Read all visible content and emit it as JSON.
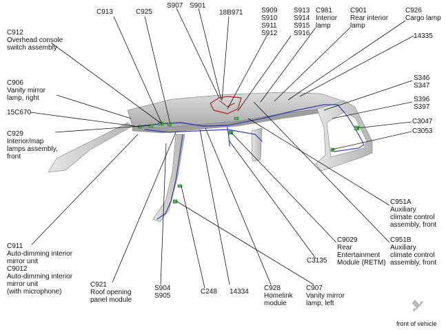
{
  "labels": {
    "c913": [
      "C913"
    ],
    "c925": [
      "C925"
    ],
    "s907": [
      "S907"
    ],
    "s901": [
      "S901"
    ],
    "n18b971": [
      "18B971"
    ],
    "s909_group": [
      "S909",
      "S910",
      "S911",
      "S912"
    ],
    "s913_group": [
      "S913",
      "S914",
      "S915",
      "S916"
    ],
    "c981": [
      "C981",
      "Interior",
      "lamp"
    ],
    "c901": [
      "C901",
      "Rear interior",
      "lamp"
    ],
    "c926": [
      "C926",
      "Cargo lamp"
    ],
    "c912": [
      "C912",
      "Overhead console",
      "switch assembly"
    ],
    "n14335": [
      "14335"
    ],
    "c906": [
      "C906",
      "Vanity mirror",
      "lamp, right"
    ],
    "s346": [
      "S346",
      "S347"
    ],
    "n15c670": [
      "15C670"
    ],
    "s396": [
      "S396",
      "S397"
    ],
    "c3047": [
      "C3047"
    ],
    "c929": [
      "C929",
      "Interior/map",
      "lamps assembly,",
      "front"
    ],
    "c3053": [
      "C3053"
    ],
    "c951a": [
      "C951A",
      "Auxiliary",
      "climate control",
      "assembly, front"
    ],
    "c951b": [
      "C951B",
      "Auxiliary",
      "climate control",
      "assembly, front"
    ],
    "c9029": [
      "C9029",
      "Rear",
      "Entertainment",
      "Module (RETM)"
    ],
    "c911": [
      "C911",
      "Auto-dimming interior",
      "mirror unit",
      "C9012",
      "Auto-dimming interior",
      "mirror unit",
      "(with microphone)"
    ],
    "c3135": [
      "C3135"
    ],
    "c921": [
      "C921",
      "Roof opening",
      "panel module"
    ],
    "s904": [
      "S904",
      "S905"
    ],
    "c248": [
      "C248"
    ],
    "n14334": [
      "14334"
    ],
    "c928": [
      "C928",
      "Homelink",
      "module"
    ],
    "c907": [
      "C907",
      "Vanity mirror",
      "lamp, left"
    ]
  },
  "orientation": {
    "label": "front of vehicle",
    "icon": "front-arrow-icon"
  },
  "colors": {
    "harness_blue": "#2f3fa8",
    "harness_red": "#b22222",
    "connector_green": "#4fae4f",
    "body_gray": "#d0d0d0",
    "leader": "#111111"
  }
}
